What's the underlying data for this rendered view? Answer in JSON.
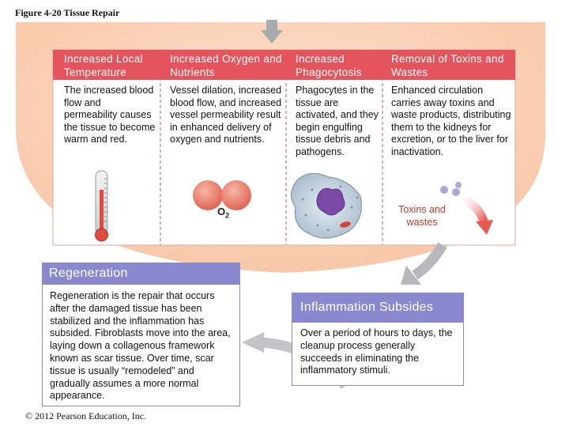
{
  "figure_title": "Figure 4-20  Tissue Repair",
  "copyright": "© 2012 Pearson Education, Inc.",
  "columns": [
    {
      "header": "Increased Local Temperature",
      "body": "The increased blood flow and permeability causes the tissue to become warm and red."
    },
    {
      "header": "Increased Oxygen and Nutrients",
      "body": "Vessel dilation, increased blood flow, and increased vessel permeability result in enhanced delivery of oxygen and nutrients."
    },
    {
      "header": "Increased Phagocytosis",
      "body": "Phagocytes in the tissue are activated, and they begin engulfing tissue debris and pathogens."
    },
    {
      "header": "Removal of Toxins and Wastes",
      "body": "Enhanced circulation carries away toxins and waste products, distributing them to the kidneys for excretion, or to the liver for inactivation."
    }
  ],
  "o2_label": "O",
  "o2_subscript": "2",
  "toxins_label": "Toxins and wastes",
  "regeneration": {
    "title": "Regeneration",
    "body": "Regeneration is the repair that occurs after the damaged tissue has been stabilized and the inflammation has subsided. Fibroblasts move into the area, laying down a collagenous framework known as scar tissue. Over time, scar tissue is usually “remodeled” and gradually assumes a more normal appearance."
  },
  "inflammation": {
    "title": "Inflammation Subsides",
    "body": "Over a period of hours to days, the cleanup process generally succeeds in eliminating the inflammatory stimuli."
  }
}
